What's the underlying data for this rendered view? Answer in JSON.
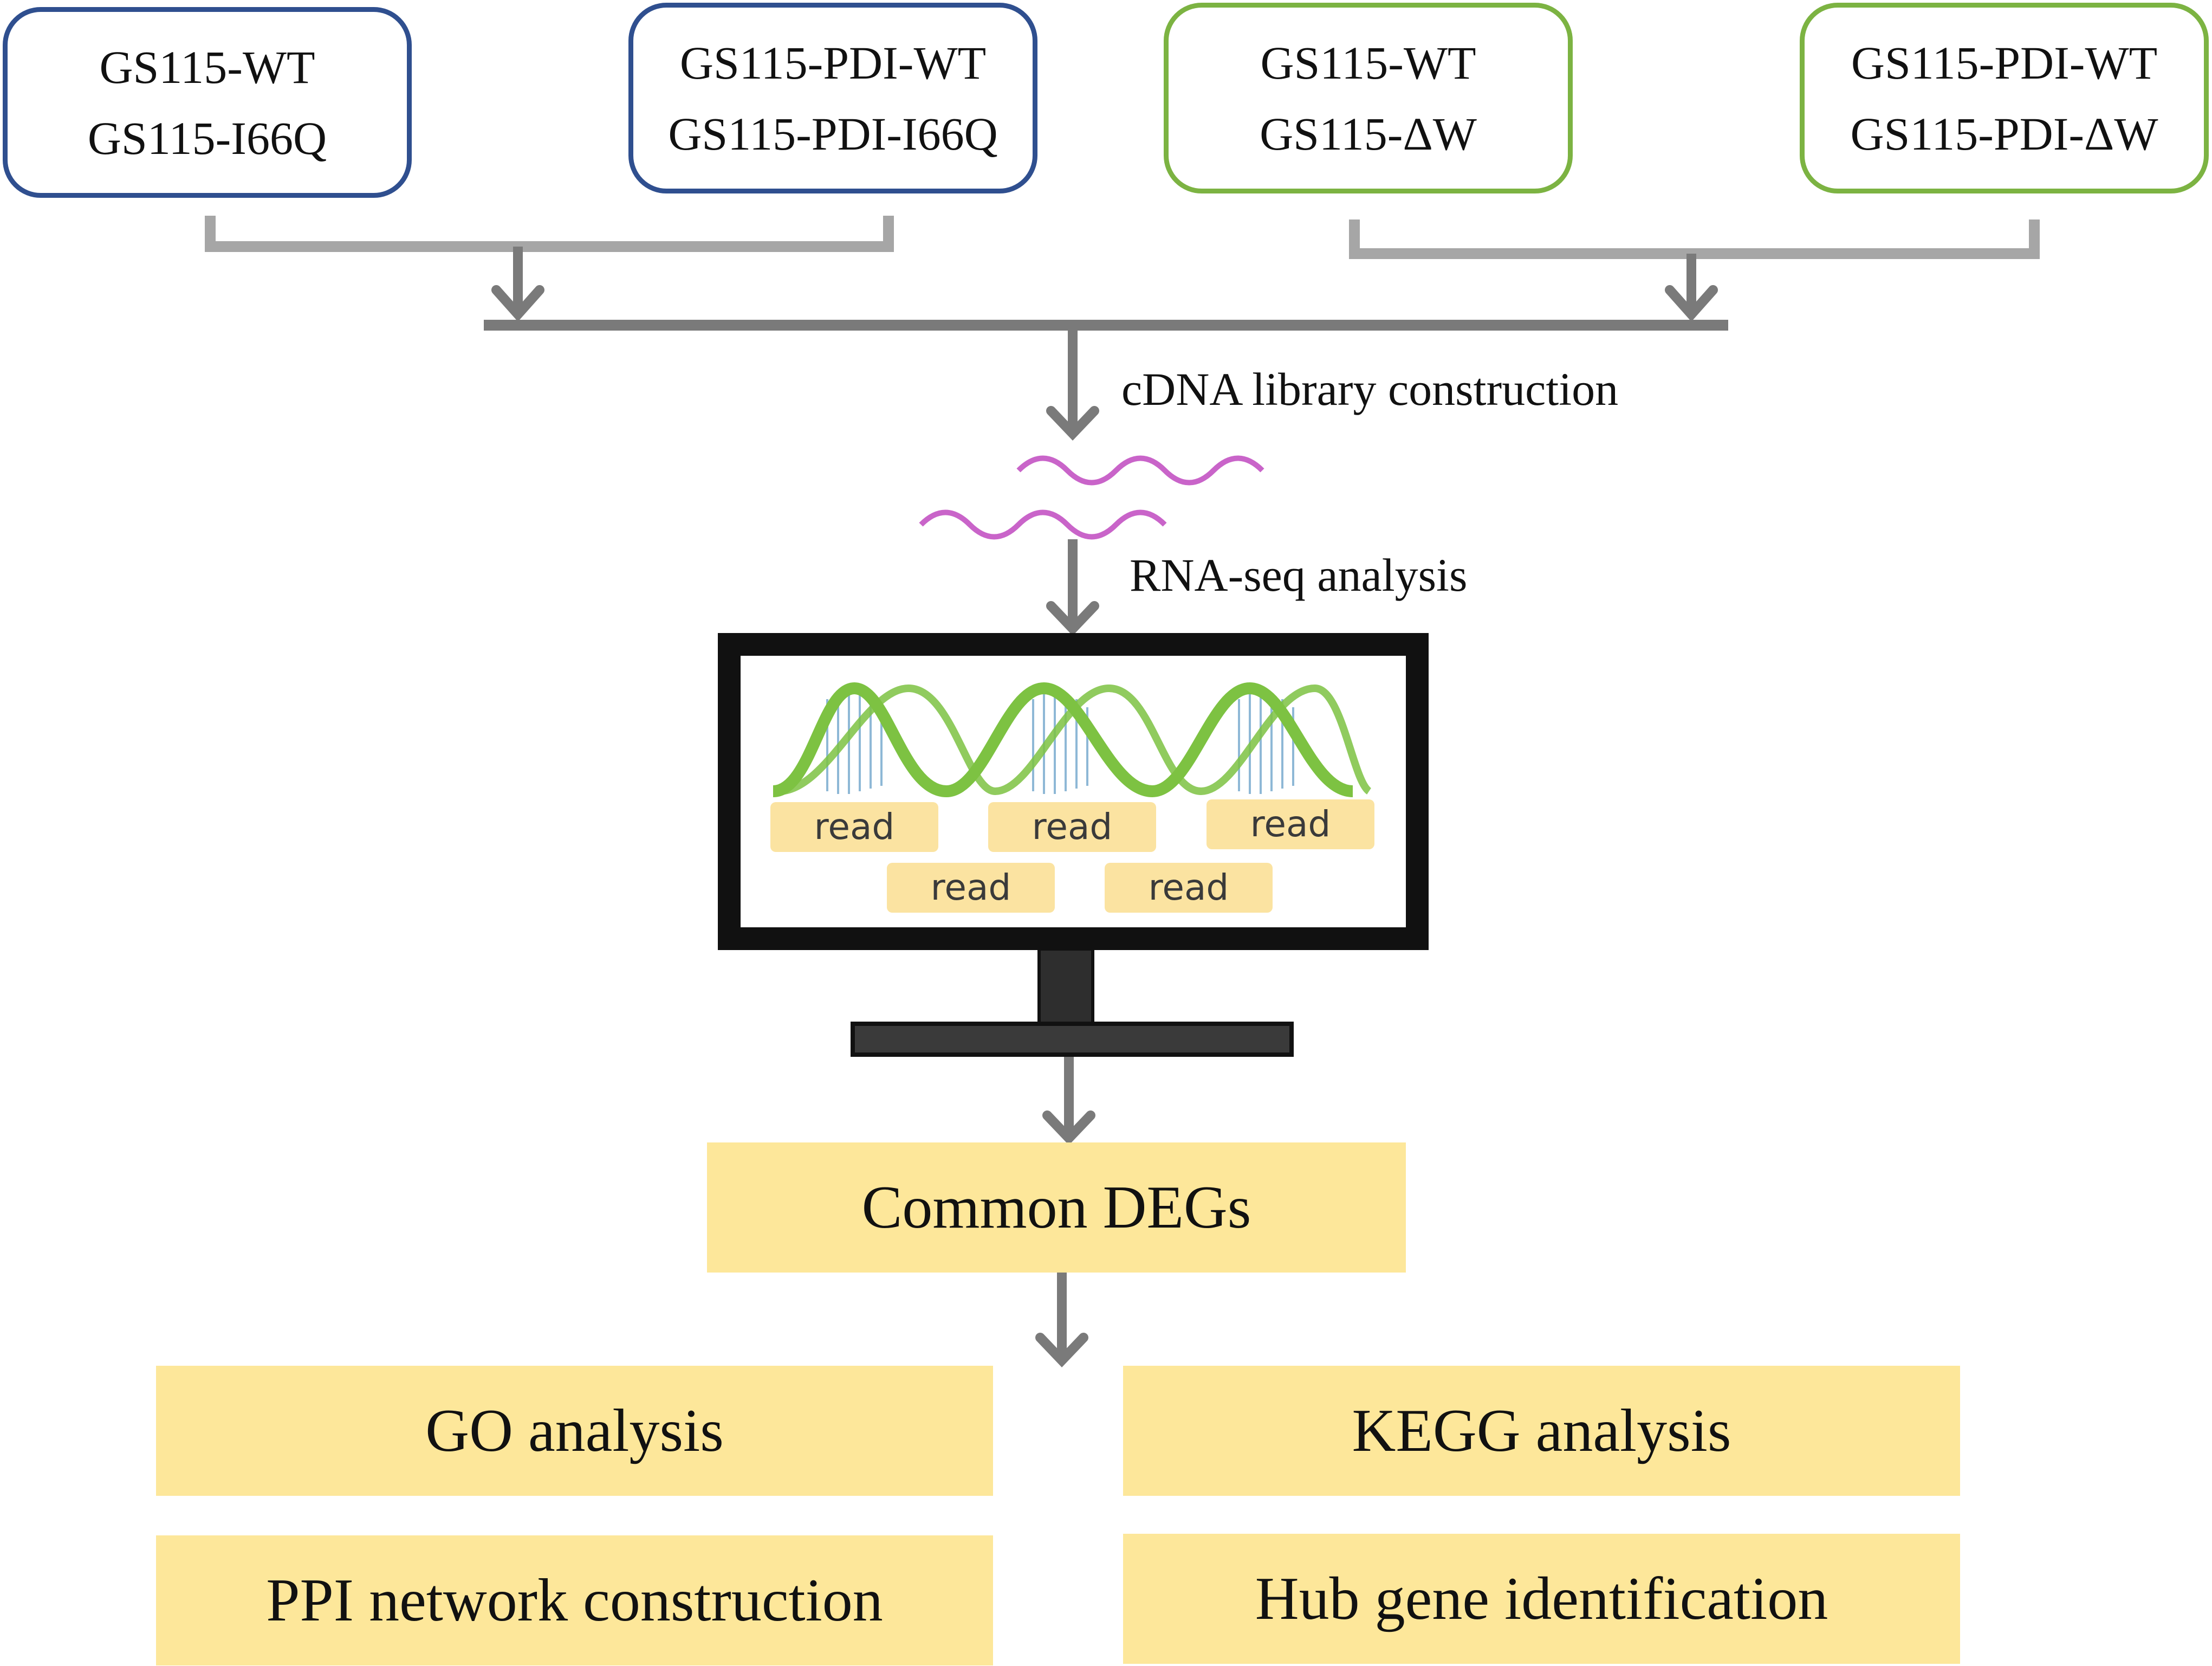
{
  "samples": [
    {
      "lines": [
        "GS115-WT",
        "GS115-I66Q"
      ],
      "border_color": "#2f4f8f"
    },
    {
      "lines": [
        "GS115-PDI-WT",
        "GS115-PDI-I66Q"
      ],
      "border_color": "#2f4f8f"
    },
    {
      "lines": [
        "GS115-WT",
        "GS115-ΔW"
      ],
      "border_color": "#7cb342"
    },
    {
      "lines": [
        "GS115-PDI-WT",
        "GS115-PDI-ΔW"
      ],
      "border_color": "#7cb342"
    }
  ],
  "steps": {
    "cdna": "cDNA library construction",
    "rnaseq": "RNA-seq analysis"
  },
  "monitor": {
    "reads": [
      "read",
      "read",
      "read",
      "read",
      "read"
    ]
  },
  "common": "Common DEGs",
  "analyses": {
    "go": "GO analysis",
    "kegg": "KEGG analysis",
    "ppi": "PPI network construction",
    "hub": "Hub gene identification"
  },
  "colors": {
    "box_fill": "#fde79a",
    "read_fill": "#fbe3a1",
    "connector_light": "#a6a6a6",
    "connector_dark": "#7a7a7a",
    "wave": "#c964c9",
    "helix_green": "#7dc242",
    "helix_blue": "#8eb8d6"
  }
}
